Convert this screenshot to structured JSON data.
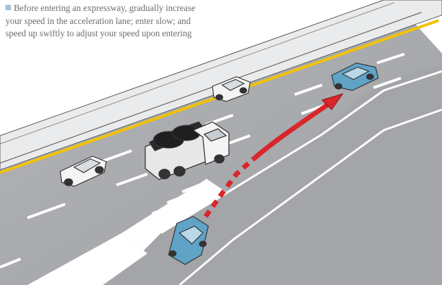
{
  "caption": {
    "lines": [
      "Before entering an expressway, gradually increase",
      "your speed in the acceleration lane; enter slow; and",
      "speed up swiftly to adjust your speed upon entering"
    ]
  },
  "colors": {
    "road": "#a7a9ac",
    "road_light": "#bcbec0",
    "barrier": "#e9eaeb",
    "center_line": "#f2c200",
    "path_arrow": "#d8262b",
    "merging_car": "#5fa3c7",
    "white_car": "#f4f4f4",
    "truck_load": "#2a2a2a"
  },
  "icons": [
    "bullet-square-icon",
    "merge-path-arrow-icon"
  ]
}
